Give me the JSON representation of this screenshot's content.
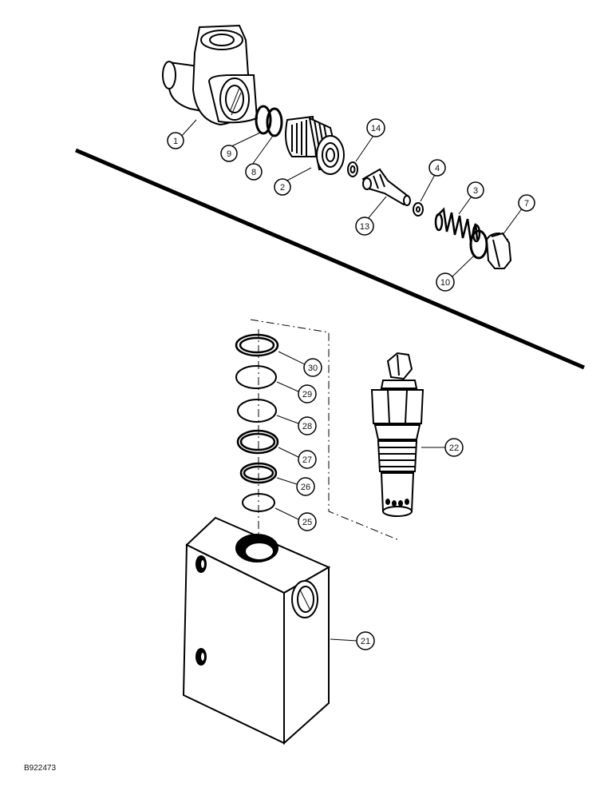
{
  "figure_id": "B922473",
  "callouts": {
    "c1": "1",
    "c9": "9",
    "c8": "8",
    "c2": "2",
    "c14": "14",
    "c13": "13",
    "c4": "4",
    "c3": "3",
    "c7": "7",
    "c10": "10",
    "c30": "30",
    "c29": "29",
    "c28": "28",
    "c27": "27",
    "c26": "26",
    "c25": "25",
    "c22": "22",
    "c21": "21"
  }
}
